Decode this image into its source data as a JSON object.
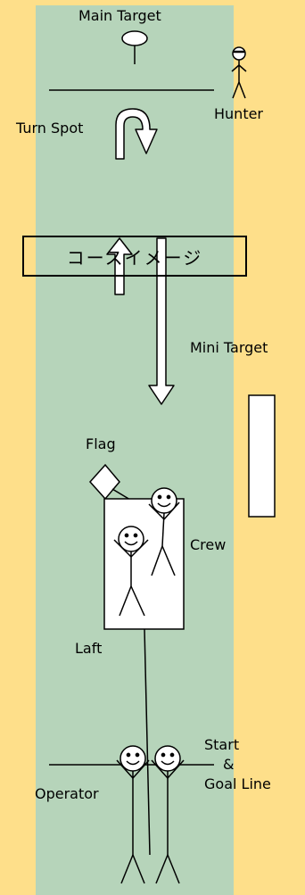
{
  "labels": {
    "main_target": "Main Target",
    "hunter": "Hunter",
    "turn_spot": "Turn Spot",
    "course_image": "コースイメージ",
    "mini_target": "Mini Target",
    "flag": "Flag",
    "crew": "Crew",
    "laft": "Laft",
    "start": "Start",
    "ampersand": "&",
    "goal_line": "Goal Line",
    "operator": "Operator"
  },
  "colors": {
    "background": "#fedf8a",
    "course_lane": "#b6d4ba",
    "stroke": "#000000",
    "fill_white": "#ffffff"
  }
}
